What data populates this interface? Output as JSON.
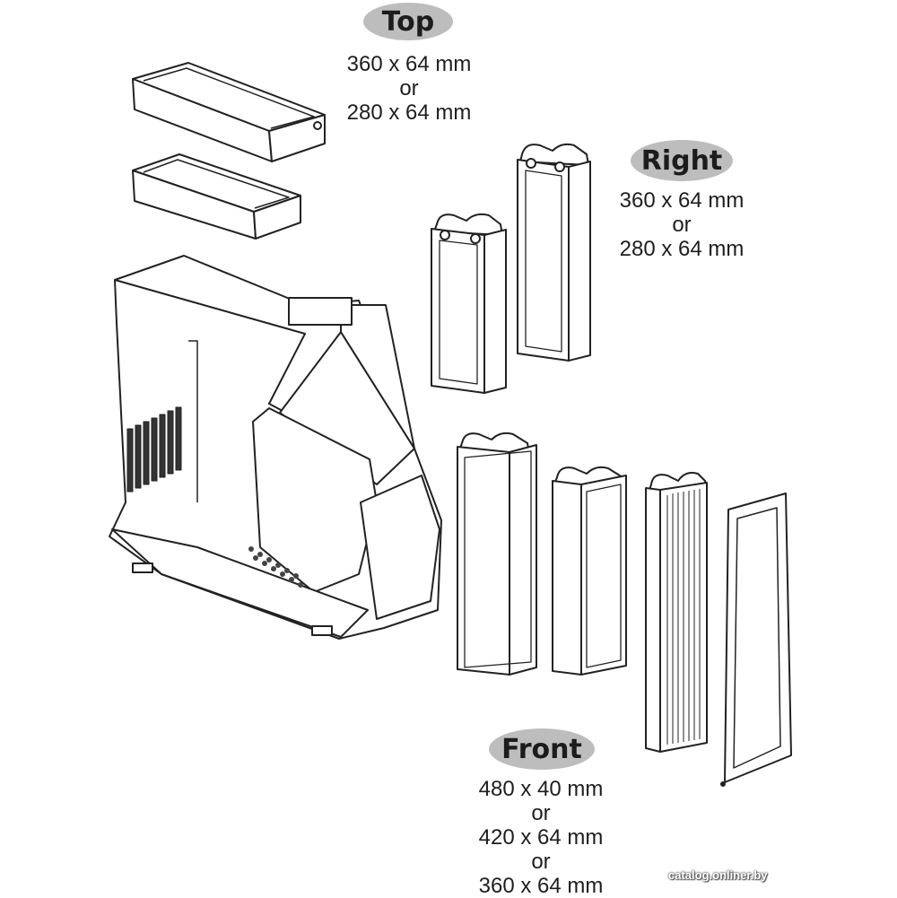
{
  "labels": {
    "top": {
      "badge": "Top",
      "specs": [
        "360 x 64 mm",
        "or",
        "280 x 64 mm"
      ]
    },
    "right": {
      "badge": "Right",
      "specs": [
        "360 x 64 mm",
        "or",
        "280 x 64 mm"
      ]
    },
    "front": {
      "badge": "Front",
      "specs": [
        "480 x 40 mm",
        "or",
        "420 x 64 mm",
        "or",
        "360 x 64 mm"
      ]
    }
  },
  "watermark": "catalog.onliner.by",
  "colors": {
    "badge_fill": "#bdbdbd",
    "line_art": "#222222",
    "background": "#ffffff"
  }
}
